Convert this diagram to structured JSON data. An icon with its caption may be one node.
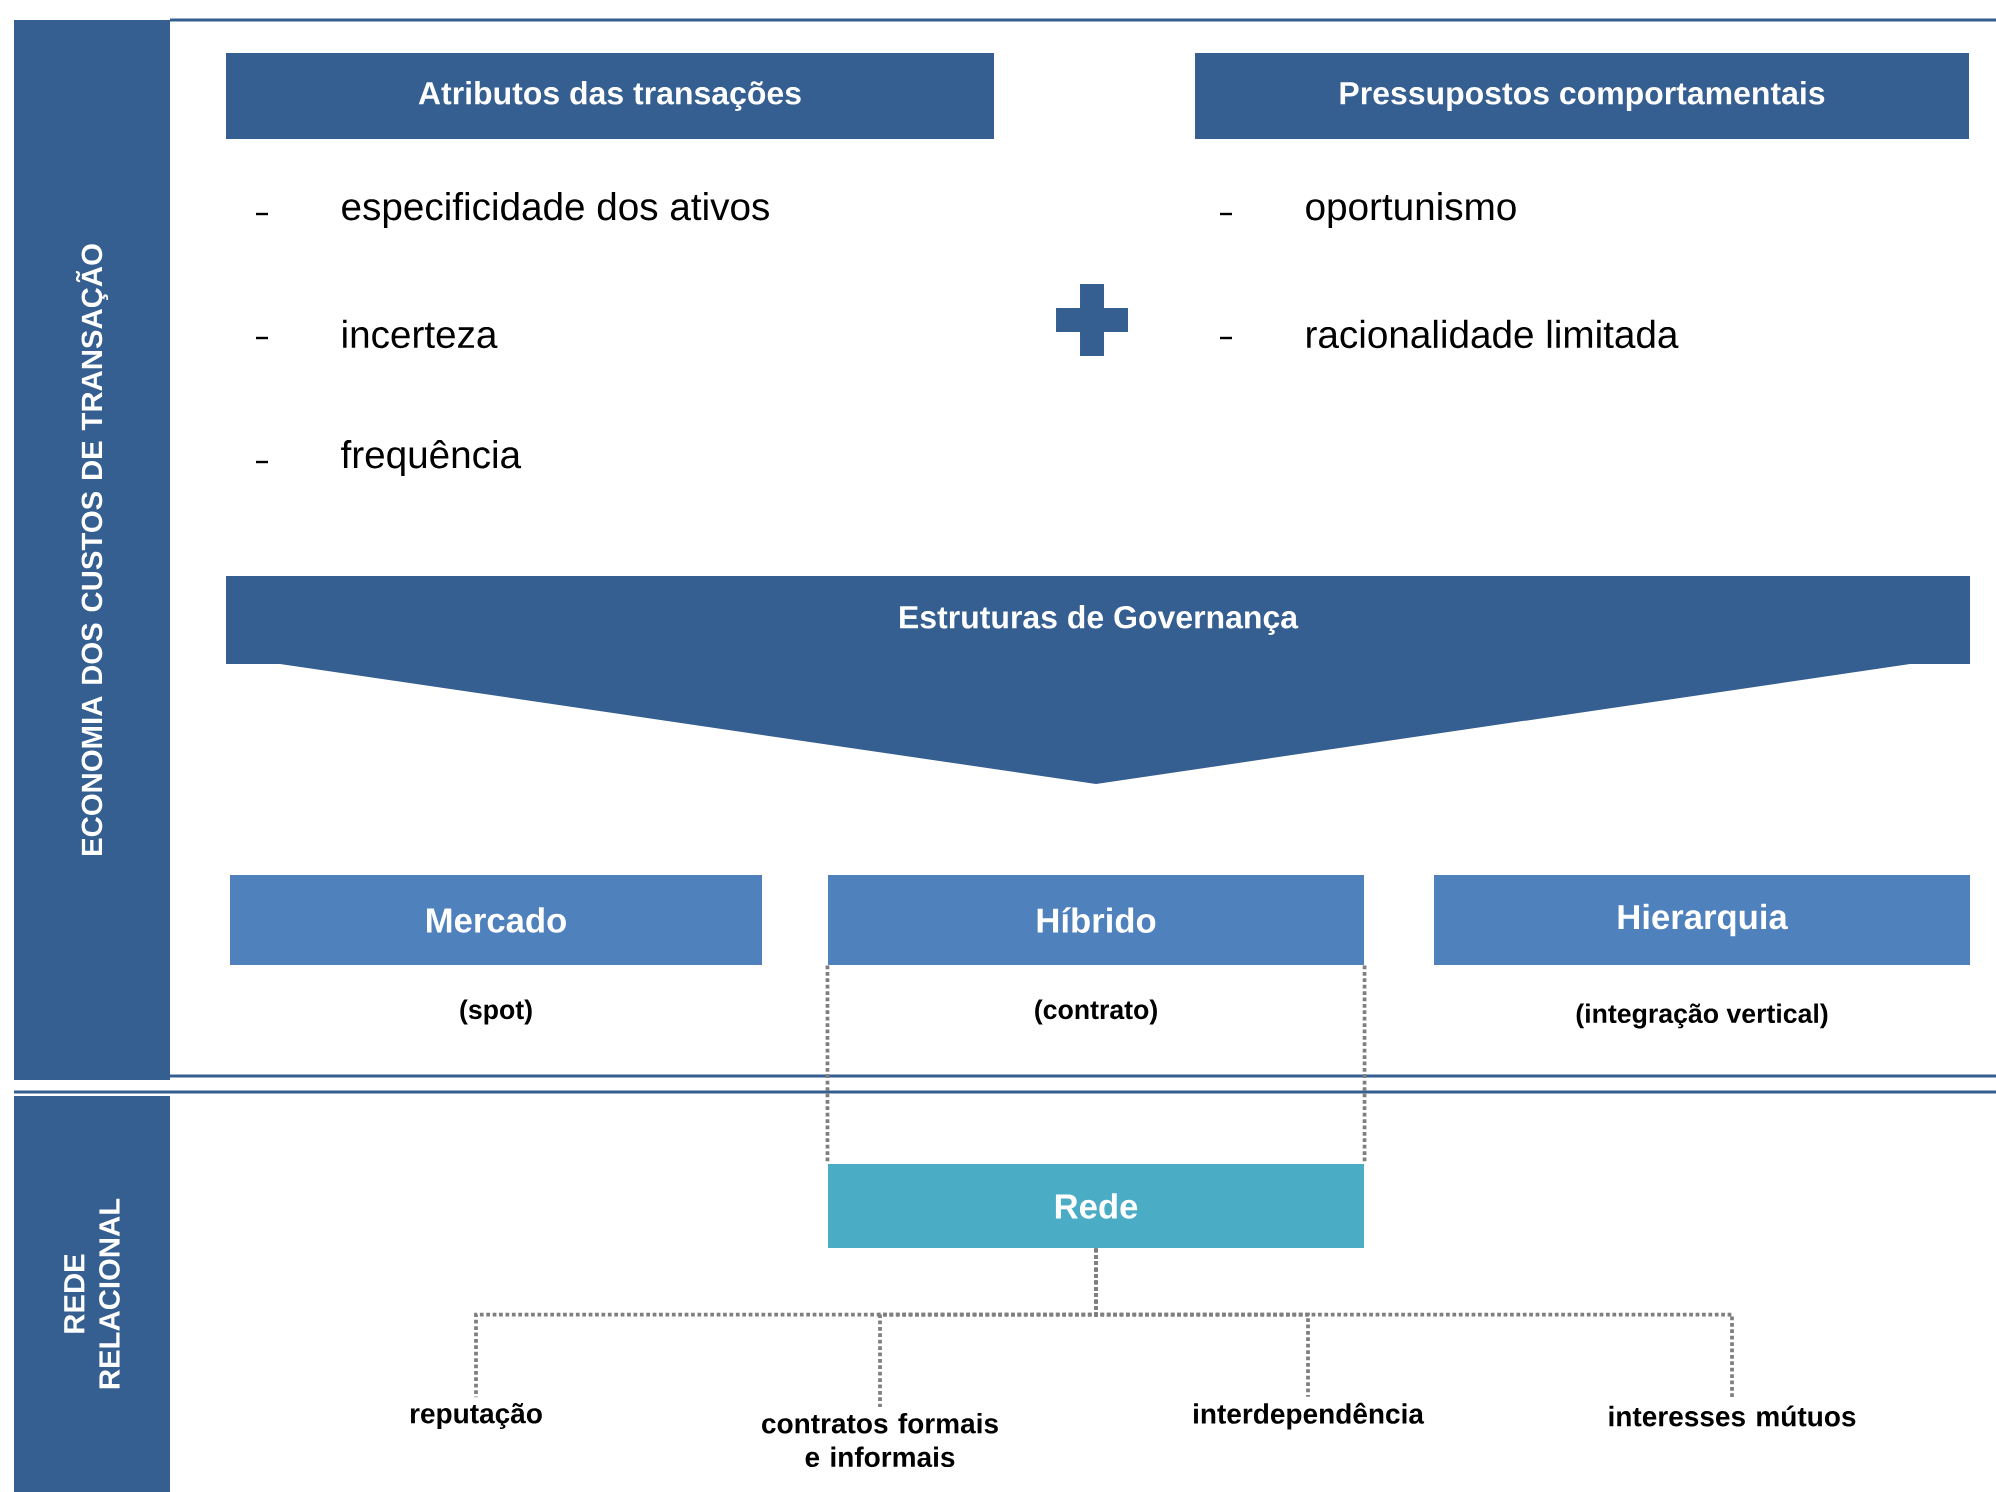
{
  "diagram": {
    "nodes": [
      {
        "text": [
          "ECONOMIA DOS CUSTOS DE TRANSAÇÃO"
        ]
      },
      {
        "text": [
          "REDE RELACIONAL"
        ]
      },
      {
        "text": [
          "Atributos das transações"
        ]
      },
      {
        "text": [
          "Pressupostos comportamentais"
        ]
      },
      {
        "text": [
          "Estruturas de Governança"
        ]
      },
      {
        "text": [
          "Mercado"
        ],
        "beside": [
          "(spot)"
        ]
      },
      {
        "text": [
          "Híbrido"
        ],
        "beside": [
          "(contrato)"
        ]
      },
      {
        "text": [
          "Hierarquia"
        ],
        "beside": [
          "(integração vertical)"
        ]
      },
      {
        "text": [
          "Rede"
        ]
      },
      {
        "text": [
          "reputação"
        ]
      },
      {
        "text": [
          "contratos formais e informais"
        ]
      },
      {
        "text": [
          "interdependência"
        ]
      },
      {
        "text": [
          "interesses mútuos"
        ]
      }
    ],
    "edges": [
      {
        "from": 6,
        "to": 8,
        "arrow": "none",
        "style": "dashed"
      },
      {
        "from": 8,
        "to": 9,
        "arrow": "none",
        "style": "dashed"
      },
      {
        "from": 8,
        "to": 10,
        "arrow": "none",
        "style": "dashed"
      },
      {
        "from": 8,
        "to": 11,
        "arrow": "none",
        "style": "dashed"
      },
      {
        "from": 8,
        "to": 12,
        "arrow": "none",
        "style": "dashed"
      }
    ],
    "labels": [
      "especificidade dos ativos",
      "oportunismo",
      "incerteza",
      "racionalidade limitada",
      "frequência"
    ]
  }
}
